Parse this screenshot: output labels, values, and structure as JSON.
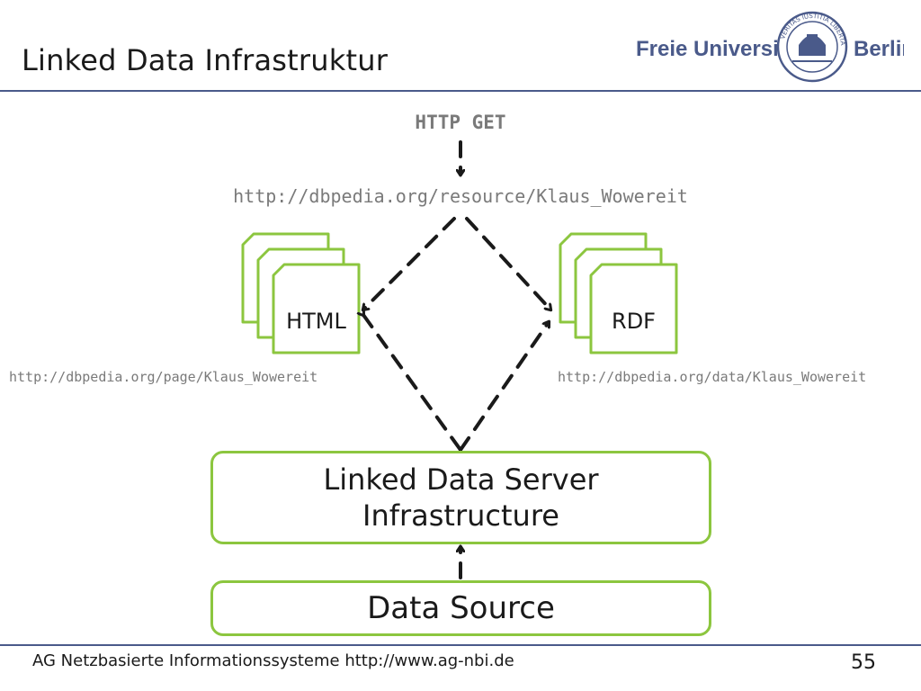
{
  "slide": {
    "title": "Linked Data Infrastruktur",
    "footer": "AG Netzbasierte Informationssysteme http://www.ag-nbi.de",
    "page_number": "55"
  },
  "logo": {
    "left_text": "Freie Universität",
    "right_text": "Berlin",
    "seal_icon": "university-seal",
    "seal_text": "VERITAS IUSTITIA LIBERTAS",
    "accent_color": "#4a5a8a",
    "brand_green": "#8cc63f"
  },
  "diagram": {
    "http_get": "HTTP GET",
    "resource_url": "http://dbpedia.org/resource/Klaus_Wowereit",
    "html_label": "HTML",
    "rdf_label": "RDF",
    "page_url": "http://dbpedia.org/page/Klaus_Wowereit",
    "data_url": "http://dbpedia.org/data/Klaus_Wowereit",
    "server_line1": "Linked Data Server",
    "server_line2": "Infrastructure",
    "data_source": "Data Source"
  }
}
